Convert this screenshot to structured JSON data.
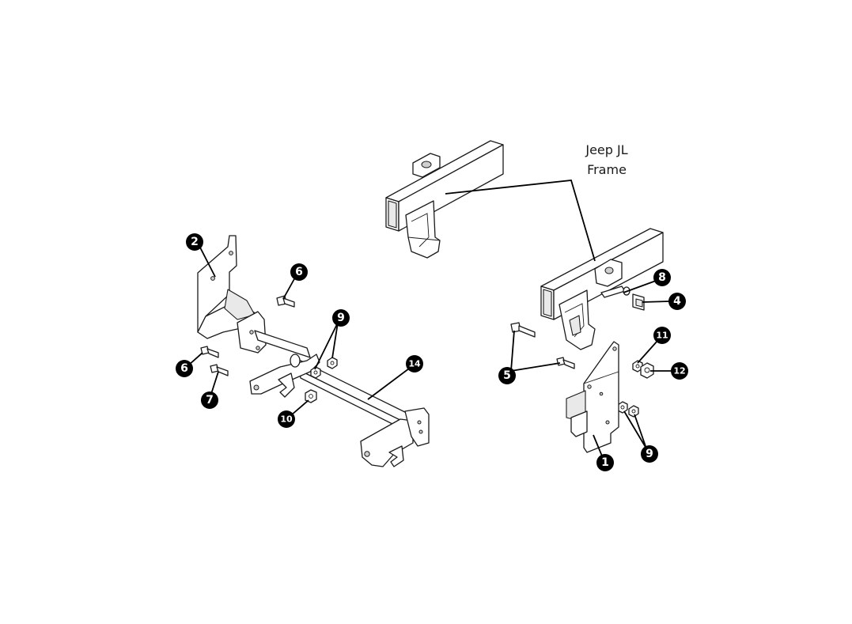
{
  "frame_label": {
    "line1": "Jeep JL",
    "line2": "Frame"
  },
  "callouts": {
    "c1": "1",
    "c2": "2",
    "c4": "4",
    "c5": "5",
    "c6a": "6",
    "c6b": "6",
    "c7": "7",
    "c8": "8",
    "c9a": "9",
    "c9b": "9",
    "c10": "10",
    "c11": "11",
    "c12": "12",
    "c14": "14"
  }
}
